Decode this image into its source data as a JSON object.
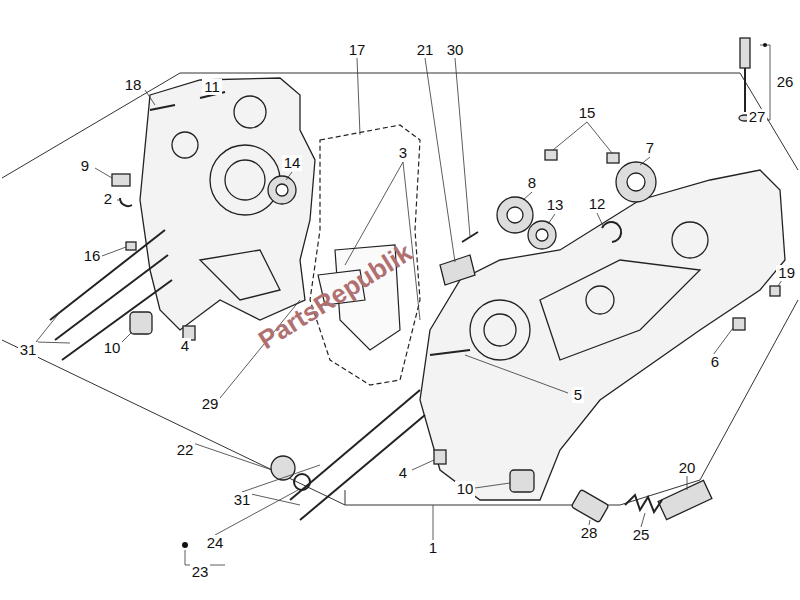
{
  "diagram": {
    "labels": [
      "17",
      "21",
      "30",
      "26",
      "18",
      "11",
      "27",
      "15",
      "3",
      "7",
      "14",
      "9",
      "2",
      "8",
      "13",
      "12",
      "16",
      "19",
      "10",
      "4",
      "31",
      "6",
      "5",
      "29",
      "22",
      "20",
      "4",
      "10",
      "31",
      "28",
      "25",
      "24",
      "1",
      "23",
      "PartsRepublik"
    ]
  }
}
